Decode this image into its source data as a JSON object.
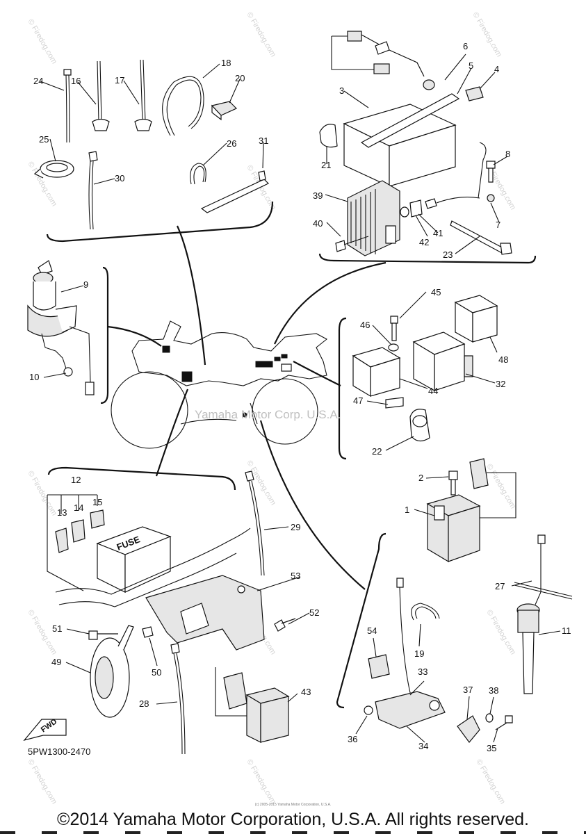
{
  "diagram": {
    "parts": [
      {
        "id": "1",
        "label": "1"
      },
      {
        "id": "2",
        "label": "2"
      },
      {
        "id": "3",
        "label": "3"
      },
      {
        "id": "4",
        "label": "4"
      },
      {
        "id": "5",
        "label": "5"
      },
      {
        "id": "6",
        "label": "6"
      },
      {
        "id": "7",
        "label": "7"
      },
      {
        "id": "8",
        "label": "8"
      },
      {
        "id": "9",
        "label": "9"
      },
      {
        "id": "10",
        "label": "10"
      },
      {
        "id": "11",
        "label": "11"
      },
      {
        "id": "12",
        "label": "12"
      },
      {
        "id": "13",
        "label": "13"
      },
      {
        "id": "14",
        "label": "14"
      },
      {
        "id": "15",
        "label": "15"
      },
      {
        "id": "16",
        "label": "16"
      },
      {
        "id": "17",
        "label": "17"
      },
      {
        "id": "18",
        "label": "18"
      },
      {
        "id": "19",
        "label": "19"
      },
      {
        "id": "20",
        "label": "20"
      },
      {
        "id": "21",
        "label": "21"
      },
      {
        "id": "22",
        "label": "22"
      },
      {
        "id": "23",
        "label": "23"
      },
      {
        "id": "24",
        "label": "24"
      },
      {
        "id": "25",
        "label": "25"
      },
      {
        "id": "26",
        "label": "26"
      },
      {
        "id": "27",
        "label": "27"
      },
      {
        "id": "28",
        "label": "28"
      },
      {
        "id": "29",
        "label": "29"
      },
      {
        "id": "30",
        "label": "30"
      },
      {
        "id": "31",
        "label": "31"
      },
      {
        "id": "32",
        "label": "32"
      },
      {
        "id": "33",
        "label": "33"
      },
      {
        "id": "34",
        "label": "34"
      },
      {
        "id": "35",
        "label": "35"
      },
      {
        "id": "36",
        "label": "36"
      },
      {
        "id": "37",
        "label": "37"
      },
      {
        "id": "38",
        "label": "38"
      },
      {
        "id": "39",
        "label": "39"
      },
      {
        "id": "40",
        "label": "40"
      },
      {
        "id": "41",
        "label": "41"
      },
      {
        "id": "42",
        "label": "42"
      },
      {
        "id": "43",
        "label": "43"
      },
      {
        "id": "44",
        "label": "44"
      },
      {
        "id": "45",
        "label": "45"
      },
      {
        "id": "46",
        "label": "46"
      },
      {
        "id": "47",
        "label": "47"
      },
      {
        "id": "48",
        "label": "48"
      },
      {
        "id": "49",
        "label": "49"
      },
      {
        "id": "50",
        "label": "50"
      },
      {
        "id": "51",
        "label": "51"
      },
      {
        "id": "52",
        "label": "52"
      },
      {
        "id": "53",
        "label": "53"
      },
      {
        "id": "54",
        "label": "54"
      }
    ],
    "fuse_box_label": "FUSE",
    "fwd_label": "FWD",
    "drawing_code": "5PW1300-2470",
    "center_watermark": "Yamaha Motor Corp. U.S.A.",
    "watermark_text": "© Firedog.com"
  },
  "footer": {
    "copyright": "©2014 Yamaha Motor Corporation, U.S.A. All rights reserved.",
    "tiny_copyright": "(c) 2005-2015 Yamaha Motor Corporation, U.S.A."
  }
}
